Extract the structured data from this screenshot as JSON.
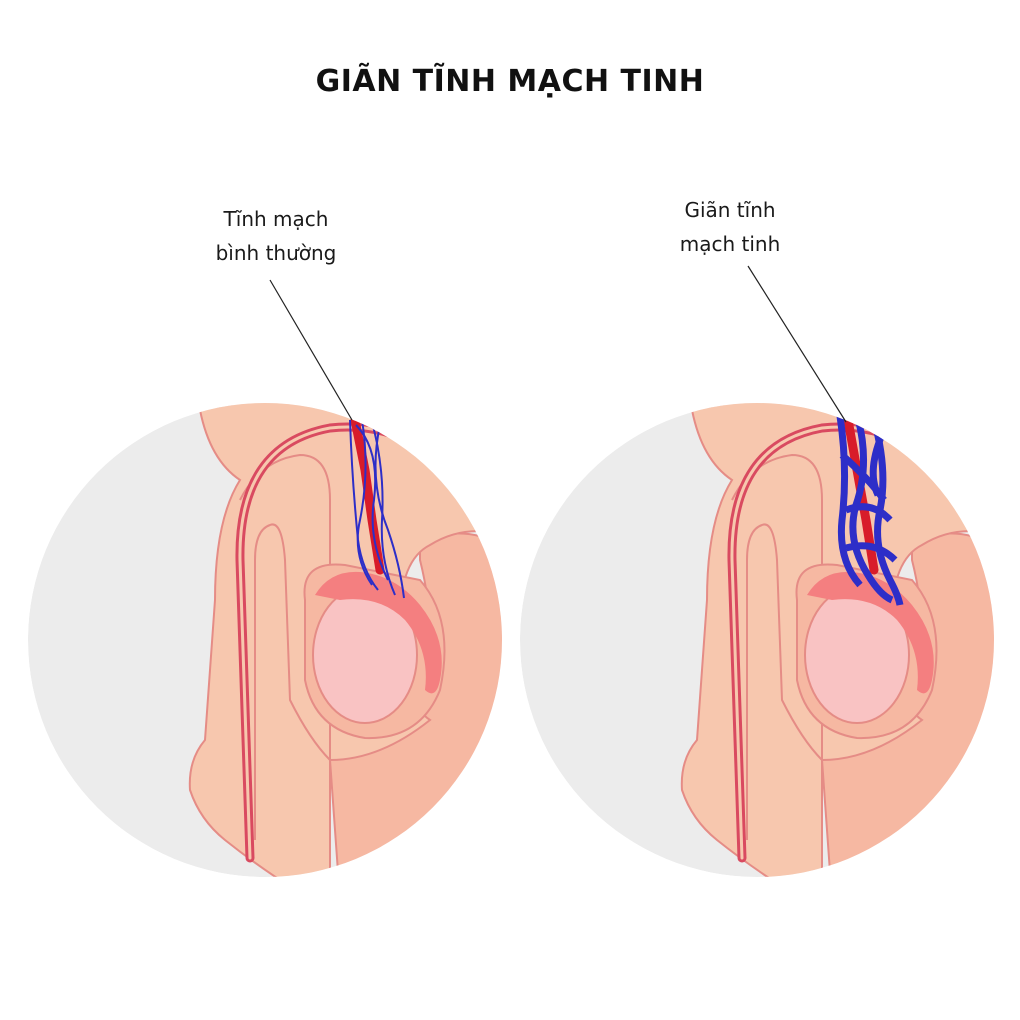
{
  "title": "GIÃN TĨNH MẠCH TINH",
  "panels": [
    {
      "label_lines": [
        "Tĩnh mạch",
        "bình thường"
      ],
      "vein_state": "normal"
    },
    {
      "label_lines": [
        "Giãn tĩnh",
        "mạch tinh"
      ],
      "vein_state": "dilated"
    }
  ],
  "colors": {
    "background_circle": "#ececec",
    "skin": "#f7c7ae",
    "skin_outline": "#e58c86",
    "canal": "#d94a60",
    "scrotum": "#f6b8a2",
    "testis": "#f9c3c3",
    "epididymis": "#f47f80",
    "artery": "#d81c2a",
    "vein": "#2d2ec8"
  }
}
